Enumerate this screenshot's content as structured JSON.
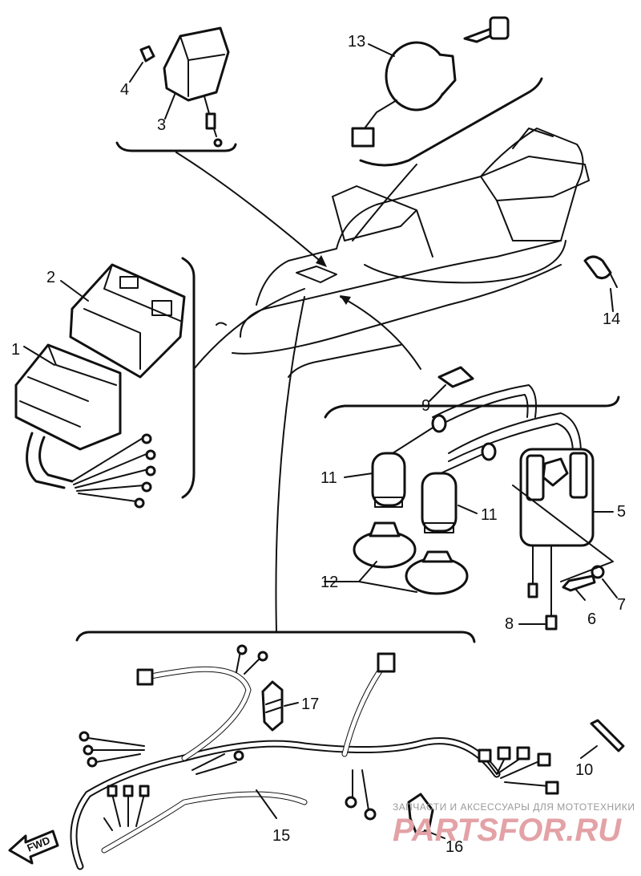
{
  "diagram": {
    "callouts": [
      {
        "id": "c1",
        "label": "1"
      },
      {
        "id": "c2",
        "label": "2"
      },
      {
        "id": "c3",
        "label": "3"
      },
      {
        "id": "c4",
        "label": "4"
      },
      {
        "id": "c5",
        "label": "5"
      },
      {
        "id": "c6",
        "label": "6"
      },
      {
        "id": "c7",
        "label": "7"
      },
      {
        "id": "c8",
        "label": "8"
      },
      {
        "id": "c9",
        "label": "9"
      },
      {
        "id": "c10",
        "label": "10"
      },
      {
        "id": "c11a",
        "label": "11"
      },
      {
        "id": "c11b",
        "label": "11"
      },
      {
        "id": "c12",
        "label": "12"
      },
      {
        "id": "c13",
        "label": "13"
      },
      {
        "id": "c14",
        "label": "14"
      },
      {
        "id": "c15",
        "label": "15"
      },
      {
        "id": "c16",
        "label": "16"
      },
      {
        "id": "c17",
        "label": "17"
      }
    ],
    "direction_label": "FWD"
  },
  "watermark": {
    "tagline": "ЗАПЧАСТИ И АКСЕССУАРЫ ДЛЯ МОТОТЕХНИКИ",
    "brand": "PARTSFOR.RU"
  },
  "colors": {
    "line": "#111111",
    "background": "#ffffff",
    "watermark_brand": "#e3a2a6",
    "watermark_tagline": "#9a9a9a"
  }
}
